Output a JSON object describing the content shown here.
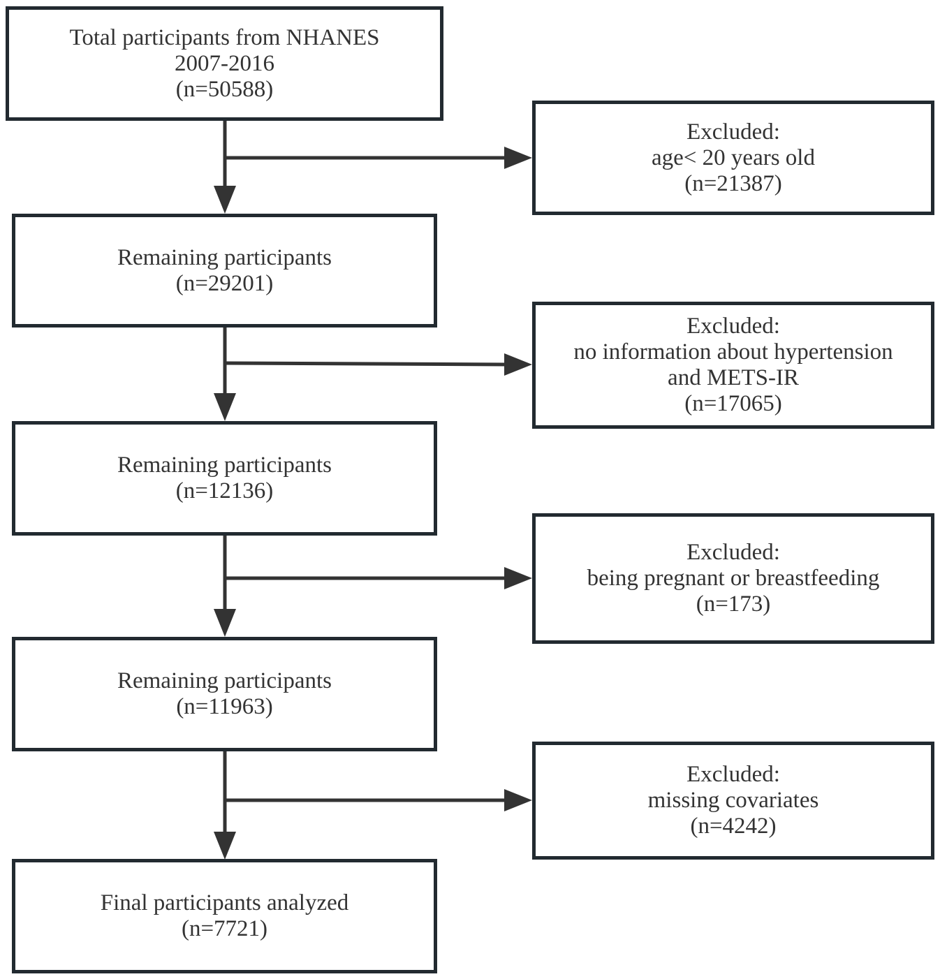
{
  "colors": {
    "line": "#333333",
    "border": "#222a30",
    "text": "#333333",
    "background": "#ffffff"
  },
  "main_boxes": [
    {
      "lines": [
        "Total participants from NHANES",
        "2007-2016",
        "(n=50588)"
      ]
    },
    {
      "lines": [
        "Remaining participants",
        "(n=29201)"
      ]
    },
    {
      "lines": [
        "Remaining participants",
        "(n=12136)"
      ]
    },
    {
      "lines": [
        "Remaining participants",
        "(n=11963)"
      ]
    },
    {
      "lines": [
        "Final participants analyzed",
        "(n=7721)"
      ]
    }
  ],
  "excluded_boxes": [
    {
      "lines": [
        "Excluded:",
        "age< 20 years old",
        "(n=21387)"
      ]
    },
    {
      "lines": [
        "Excluded:",
        "no information about hypertension",
        "and METS-IR",
        "(n=17065)"
      ]
    },
    {
      "lines": [
        "Excluded:",
        "being pregnant or breastfeeding",
        "(n=173)"
      ]
    },
    {
      "lines": [
        "Excluded:",
        "missing covariates",
        "(n=4242)"
      ]
    }
  ]
}
